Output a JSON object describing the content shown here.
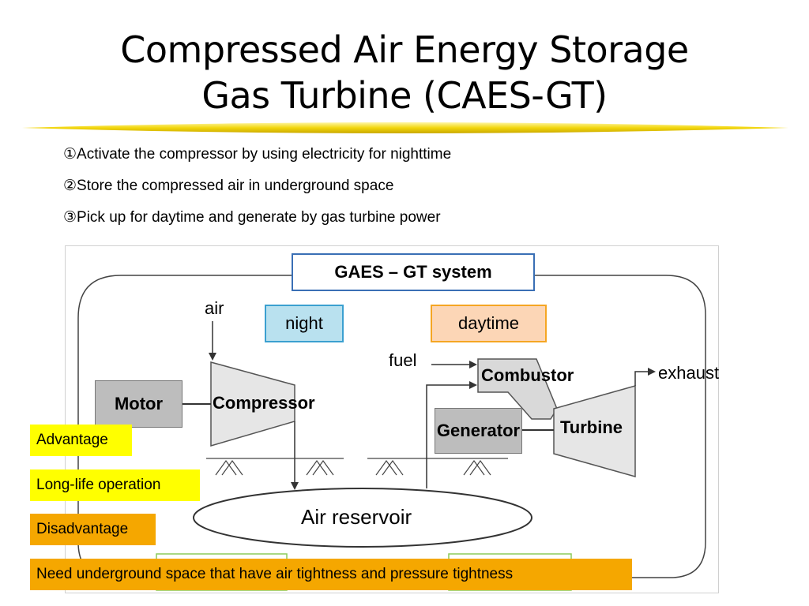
{
  "title": {
    "line1": "Compressed Air Energy Storage",
    "line2": "Gas Turbine (CAES-GT)"
  },
  "bullets": [
    "①Activate the compressor by using electricity for nighttime",
    "②Store the compressed air in underground space",
    "③Pick up for daytime and generate by gas turbine power"
  ],
  "diagram": {
    "system_label": "GAES – GT system",
    "night_label": "night",
    "daytime_label": "daytime",
    "air_label": "air",
    "fuel_label": "fuel",
    "exhaust_label": "exhaust",
    "motor_label": "Motor",
    "compressor_label": "Compressor",
    "combustor_label": "Combustor",
    "generator_label": "Generator",
    "turbine_label": "Turbine",
    "reservoir_label": "Air reservoir"
  },
  "labels": {
    "advantage": "Advantage",
    "advantage_item": "Long-life operation",
    "disadvantage": "Disadvantage",
    "disadvantage_item": "Need underground space that have air tightness and pressure tightness"
  },
  "colors": {
    "night": "#b9e1ef",
    "daytime": "#fcd6b6",
    "advantage": "#ffff00",
    "disadvantage": "#f5a700",
    "title_underline": "#f2d60c"
  }
}
